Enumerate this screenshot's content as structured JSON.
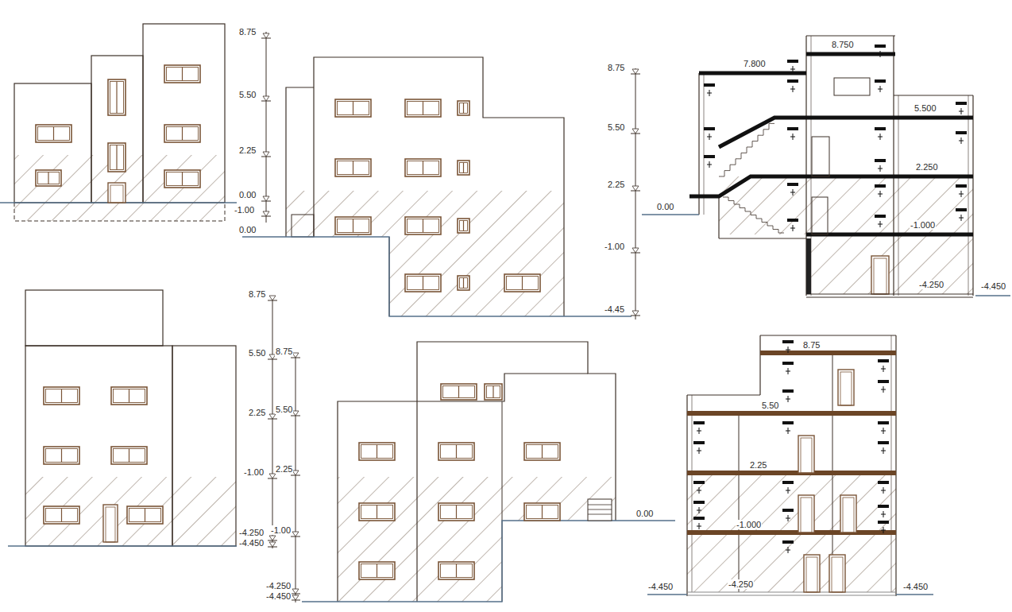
{
  "diagram": {
    "labels": [
      "8.75",
      "5.50",
      "2.25",
      "0.00",
      "-1.00",
      "0.00",
      "8.75",
      "5.50",
      "2.25",
      "-1.00",
      "-4.45",
      "7.800",
      "8.750",
      "0.00",
      "5.500",
      "2.250",
      "-1.000",
      "-4.250",
      "-4.450",
      "8.75",
      "5.50",
      "8.75",
      "2.25",
      "5.50",
      "-1.00",
      "2.25",
      "-1.00",
      "-4.250",
      "-4.450",
      "-4.250",
      "-4.450",
      "0.00",
      "8.75",
      "5.50",
      "2.25",
      "-1.000",
      "-4.450",
      "-4.250",
      "-4.450"
    ]
  }
}
